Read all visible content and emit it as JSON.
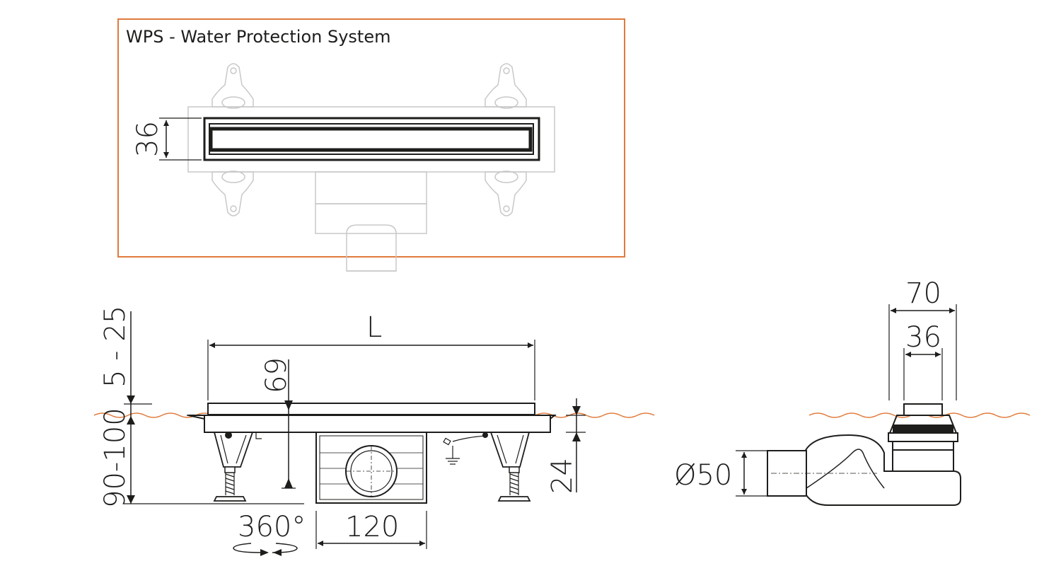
{
  "inset": {
    "title": "WPS - Water Protection System",
    "dim_width": "36",
    "frame_color": "#e07a3c",
    "light_stroke": "#c8c8c8"
  },
  "front_view": {
    "dim_length": "L",
    "dim_height_upper": "5 - 25",
    "dim_height_lower": "90-100",
    "dim_depth": "69",
    "dim_flange": "24",
    "dim_rotation": "360°",
    "dim_outlet_width": "120"
  },
  "side_view": {
    "dim_outer": "70",
    "dim_inner": "36",
    "dim_pipe": "Ø50"
  },
  "colors": {
    "line": "#1d1d1b",
    "floor_wave": "#e07a3c",
    "light": "#c8c8c8"
  },
  "icons": [
    "ground-symbol-icon",
    "rotation-arrow-icon",
    "arrowhead-icon"
  ]
}
